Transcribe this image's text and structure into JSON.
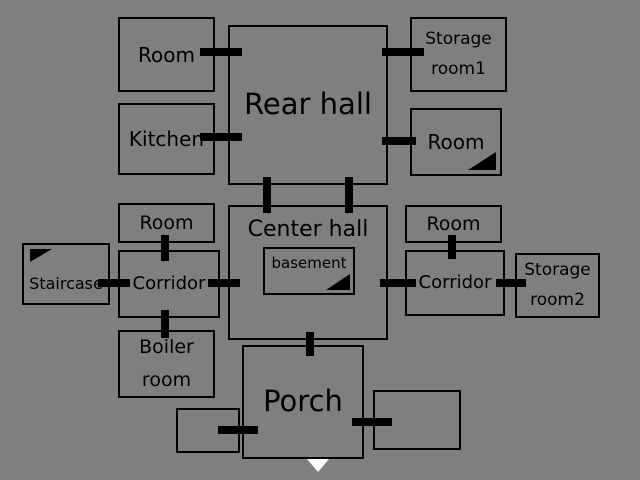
{
  "colors": {
    "background": "#7f7f7f",
    "wall": "#000000",
    "text": "#000000",
    "scroll_arrow": "#ffffff"
  },
  "rooms": {
    "room_top_left": {
      "label": "Room"
    },
    "rear_hall": {
      "label": "Rear hall"
    },
    "storage_room1": {
      "label": "Storage\nroom1"
    },
    "kitchen": {
      "label": "Kitchen"
    },
    "room_upper_right": {
      "label": "Room"
    },
    "room_mid_left": {
      "label": "Room"
    },
    "center_hall": {
      "label": "Center hall"
    },
    "basement": {
      "label": "basement"
    },
    "room_mid_right": {
      "label": "Room"
    },
    "staircase": {
      "label": "Staircase"
    },
    "corridor_left": {
      "label": "Corridor"
    },
    "corridor_right": {
      "label": "Corridor"
    },
    "storage_room2": {
      "label": "Storage\nroom2"
    },
    "boiler_room": {
      "label": "Boiler\nroom"
    },
    "porch": {
      "label": "Porch"
    }
  },
  "icons": {
    "stairs_marker": "black-right-triangle",
    "scroll_down": "white-down-triangle"
  }
}
